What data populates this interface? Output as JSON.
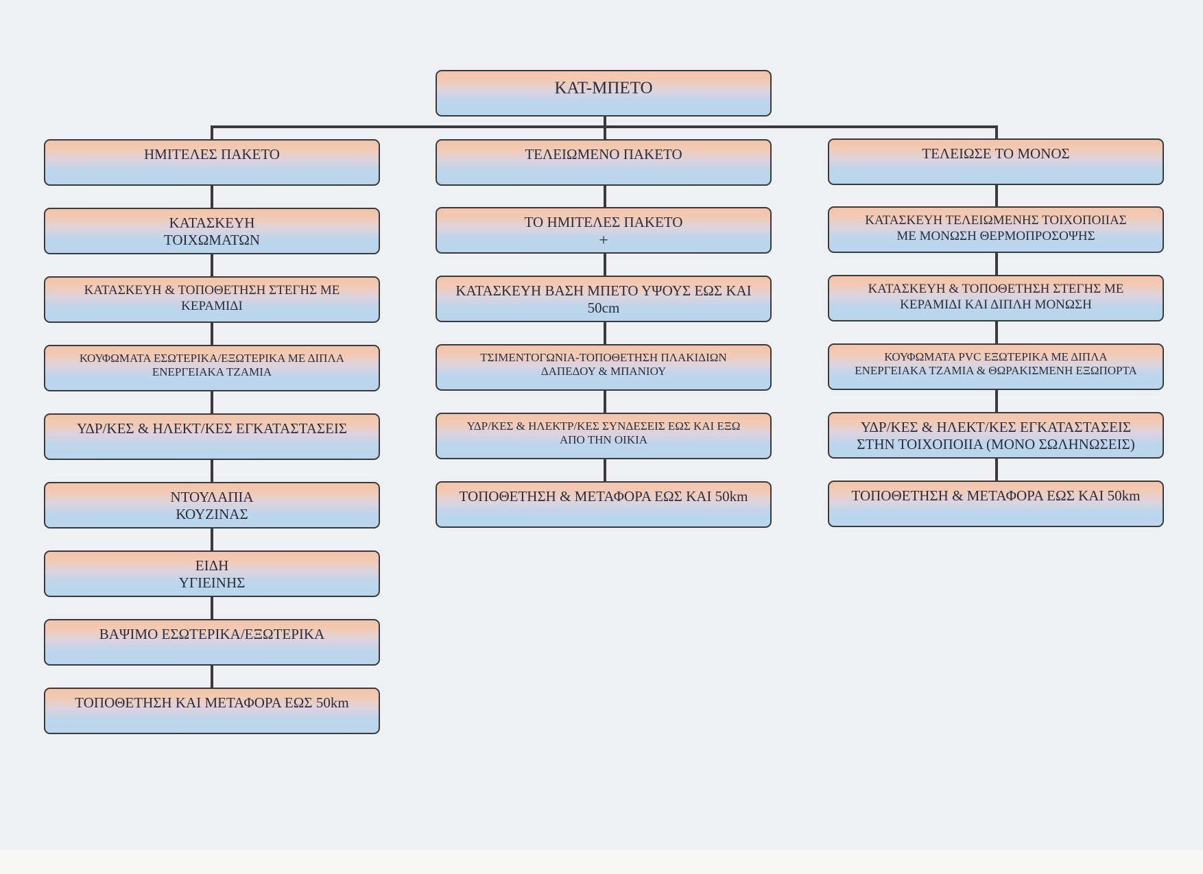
{
  "root": {
    "label": "ΚΑΤ-ΜΠΕΤΟ"
  },
  "columns": [
    {
      "header": "ΗΜΙΤΕΛΕΣ ΠΑΚΕΤΟ",
      "items": [
        [
          "ΚΑΤΑΣΚΕΥΗ",
          "ΤΟΙΧΩΜΑΤΩΝ"
        ],
        [
          "ΚΑΤΑΣΚΕΥΗ & ΤΟΠΟΘΕΤΗΣΗ ΣΤΕΓΗΣ ΜΕ",
          "ΚΕΡΑΜΙΔΙ"
        ],
        [
          "ΚΟΥΦΩΜΑΤΑ ΕΣΩΤΕΡΙΚΑ/ΕΞΩΤΕΡΙΚΑ ΜΕ ΔΙΠΛΑ",
          "ΕΝΕΡΓΕΙΑΚΑ ΤΖΑΜΙΑ"
        ],
        [
          "ΥΔΡ/ΚΕΣ & ΗΛΕΚΤ/ΚΕΣ ΕΓΚΑΤΑΣΤΑΣΕΙΣ"
        ],
        [
          "ΝΤΟΥΛΑΠΙΑ",
          "ΚΟΥΖΙΝΑΣ"
        ],
        [
          "ΕΙΔΗ",
          "ΥΓΙΕΙΝΗΣ"
        ],
        [
          "ΒΑΨΙΜΟ ΕΣΩΤΕΡΙΚΑ/ΕΞΩΤΕΡΙΚΑ"
        ],
        [
          "ΤΟΠΟΘΕΤΗΣΗ ΚΑΙ ΜΕΤΑΦΟΡΑ ΕΩΣ 50km"
        ]
      ]
    },
    {
      "header": "ΤΕΛΕΙΩΜΕΝΟ ΠΑΚΕΤΟ",
      "items": [
        [
          "ΤΟ ΗΜΙΤΕΛΕΣ ΠΑΚΕΤΟ",
          "+"
        ],
        [
          "ΚΑΤΑΣΚΕΥΗ ΒΑΣΗ ΜΠΕΤΟ ΥΨΟΥΣ ΕΩΣ ΚΑΙ",
          "50cm"
        ],
        [
          "ΤΣΙΜΕΝΤΟΓΩΝΙΑ-ΤΟΠΟΘΕΤΗΣΗ ΠΛΑΚΙΔΙΩΝ",
          "ΔΑΠΕΔΟΥ & ΜΠΑΝΙΟΥ"
        ],
        [
          "ΥΔΡ/ΚΕΣ & ΗΛΕΚΤΡ/ΚΕΣ ΣΥΝΔΕΣΕΙΣ ΕΩΣ ΚΑΙ ΕΞΩ",
          "ΑΠΟ ΤΗΝ ΟΙΚΙΑ"
        ],
        [
          "ΤΟΠΟΘΕΤΗΣΗ & ΜΕΤΑΦΟΡΑ ΕΩΣ ΚΑΙ 50km"
        ]
      ]
    },
    {
      "header": "ΤΕΛΕΙΩΣΕ ΤΟ ΜΟΝΟΣ",
      "items": [
        [
          "ΚΑΤΑΣΚΕΥΗ ΤΕΛΕΙΩΜΕΝΗΣ ΤΟΙΧΟΠΟΙΙΑΣ",
          "ΜΕ ΜΟΝΩΣΗ  ΘΕΡΜΟΠΡΟΣΟΨΗΣ"
        ],
        [
          "ΚΑΤΑΣΚΕΥΗ & ΤΟΠΟΘΕΤΗΣΗ ΣΤΕΓΗΣ ΜΕ",
          "ΚΕΡΑΜΙΔΙ  ΚΑΙ ΔΙΠΛΗ  ΜΟΝΩΣΗ"
        ],
        [
          "ΚΟΥΦΩΜΑΤΑ PVC ΕΞΩΤΕΡΙΚΑ ΜΕ ΔΙΠΛΑ",
          "ΕΝΕΡΓΕΙΑΚΑ ΤΖΑΜΙΑ & ΘΩΡΑΚΙΣΜΕΝΗ ΕΞΩΠΟΡΤΑ"
        ],
        [
          "ΥΔΡ/ΚΕΣ & ΗΛΕΚΤ/ΚΕΣ  ΕΓΚΑΤΑΣΤΑΣΕΙΣ",
          "ΣΤΗΝ ΤΟΙΧΟΠΟΙΙΑ  (ΜΟΝΟ ΣΩΛΗΝΩΣΕΙΣ)"
        ],
        [
          "ΤΟΠΟΘΕΤΗΣΗ & ΜΕΤΑΦΟΡΑ ΕΩΣ ΚΑΙ 50km"
        ]
      ]
    }
  ]
}
